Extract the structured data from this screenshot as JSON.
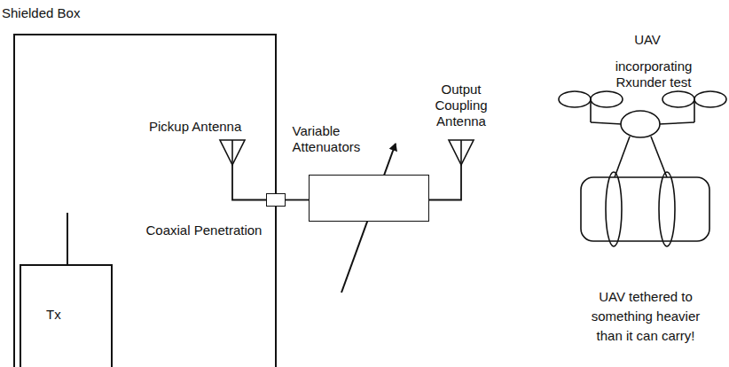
{
  "diagram": {
    "nodes": [
      {
        "text": [
          "Shielded Box"
        ]
      },
      {
        "text": [
          "Tx"
        ],
        "in": 0
      },
      {
        "text": [
          "Pickup Antenna"
        ],
        "in": 0
      },
      {
        "text": [
          "Coaxial Penetration"
        ]
      },
      {
        "text": [
          "Variable Attenuators"
        ]
      },
      {
        "text": [
          "Output Coupling Antenna"
        ]
      }
    ],
    "edges": [
      {
        "from": 2,
        "to": 3,
        "arrow": "none"
      },
      {
        "from": 3,
        "to": 4,
        "arrow": "none"
      },
      {
        "from": 4,
        "to": 5,
        "arrow": "none"
      }
    ],
    "labels": [
      "UAV",
      "incorporating Rxunder test",
      "UAV tethered to something heavier than it can carry!"
    ]
  }
}
